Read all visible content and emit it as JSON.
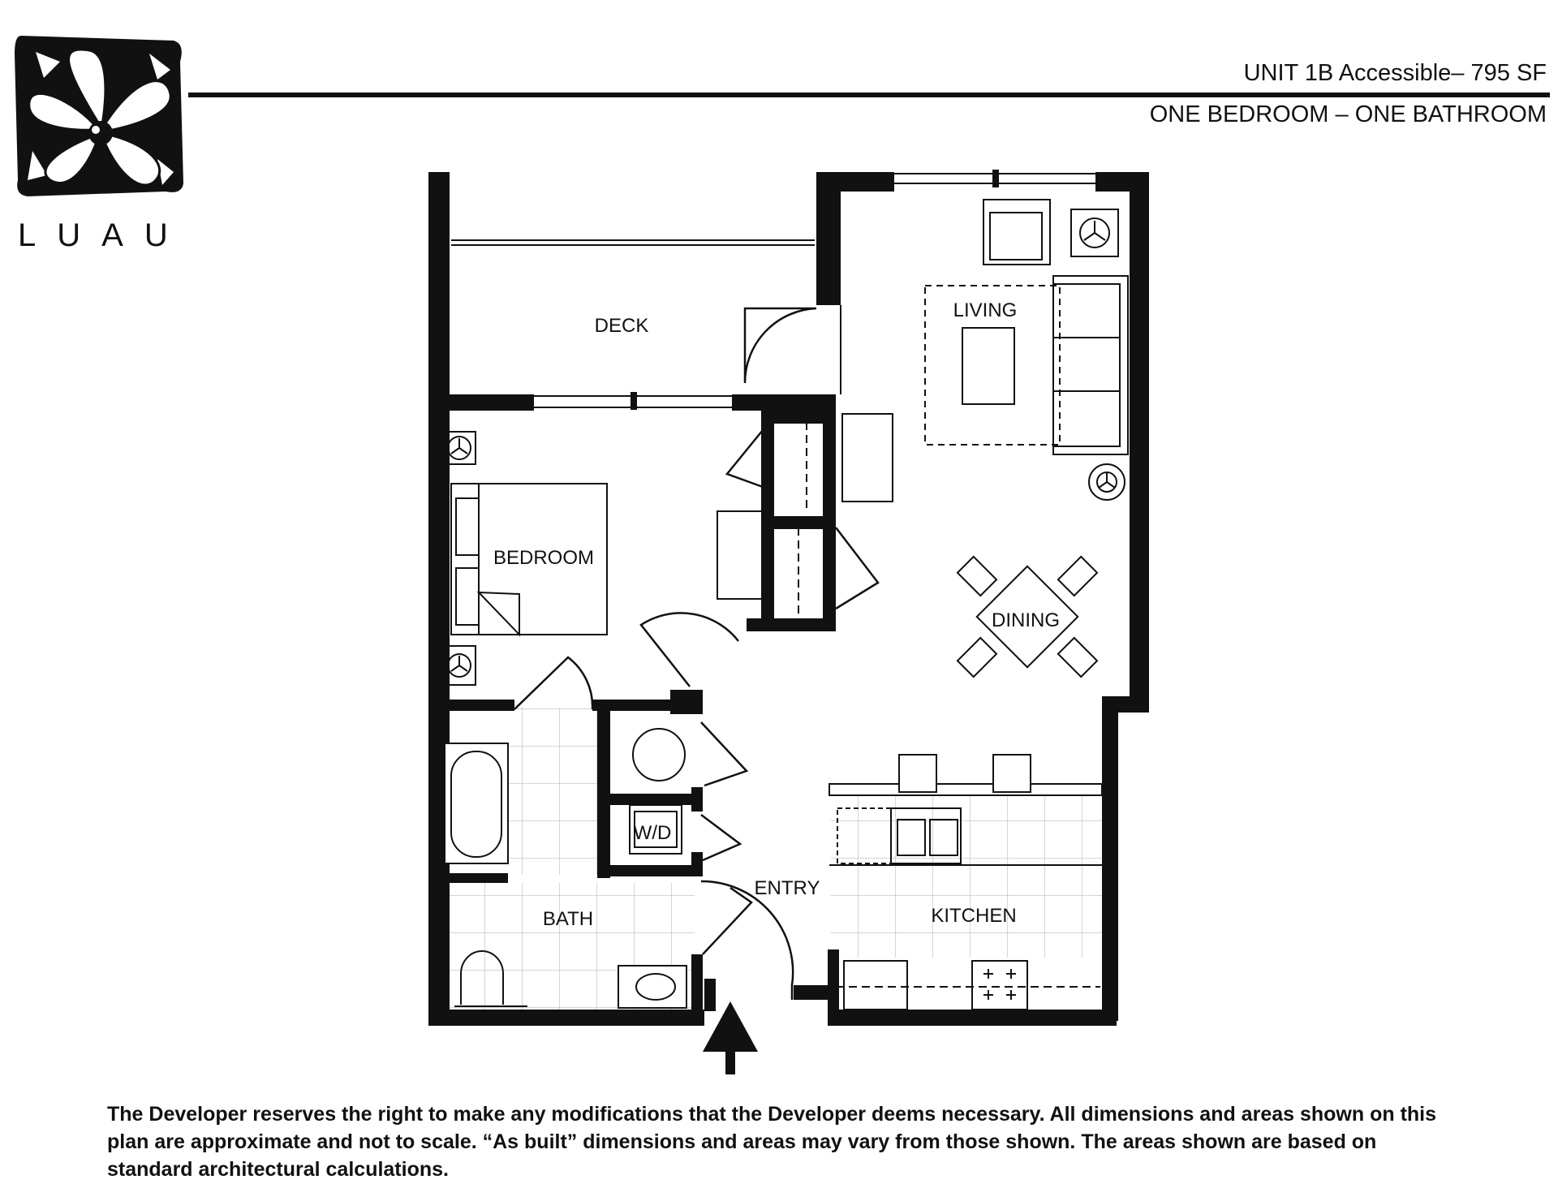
{
  "brand": {
    "name": "LUAU",
    "logo_icon": "plumeria-flower-logo"
  },
  "header": {
    "unit_title": "UNIT 1B Accessible– 795 SF",
    "unit_subtitle": "ONE BEDROOM – ONE BATHROOM"
  },
  "rooms": {
    "deck": "DECK",
    "living": "LIVING",
    "bedroom": "BEDROOM",
    "dining": "DINING",
    "wd": "W/D",
    "entry": "ENTRY",
    "bath": "BATH",
    "kitchen": "KITCHEN"
  },
  "entry_marker": {
    "icon": "entry-arrow-icon"
  },
  "disclaimer": "The Developer reserves the right to make any modifications that the Developer deems necessary. All dimensions and areas shown on this plan are approximate and not to scale. “As built” dimensions and areas may vary from those shown. The areas shown are based on standard architectural calculations."
}
